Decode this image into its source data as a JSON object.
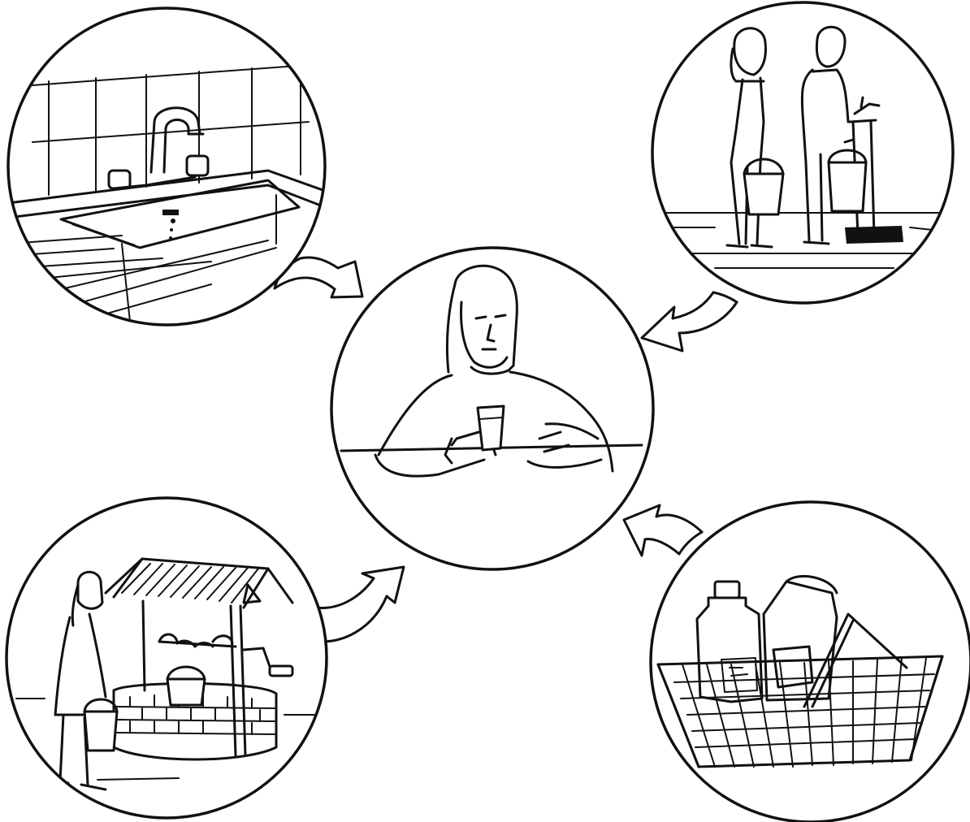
{
  "diagram": {
    "type": "illustrated-flow",
    "center": {
      "scene": "woman-drinking-water",
      "icon": "drinking-glass-icon"
    },
    "sources": [
      {
        "scene": "kitchen-sink-tap",
        "icon": "faucet-icon"
      },
      {
        "scene": "public-water-pump",
        "icon": "hand-pump-icon"
      },
      {
        "scene": "village-well",
        "icon": "well-icon"
      },
      {
        "scene": "shopping-basket-bottled-water",
        "icon": "bottle-icon"
      }
    ],
    "arrows": [
      {
        "from": "kitchen-sink-tap",
        "to": "woman-drinking-water"
      },
      {
        "from": "public-water-pump",
        "to": "woman-drinking-water"
      },
      {
        "from": "village-well",
        "to": "woman-drinking-water"
      },
      {
        "from": "shopping-basket-bottled-water",
        "to": "woman-drinking-water"
      }
    ],
    "colors": {
      "ink": "#111111",
      "paper": "#ffffff"
    }
  }
}
